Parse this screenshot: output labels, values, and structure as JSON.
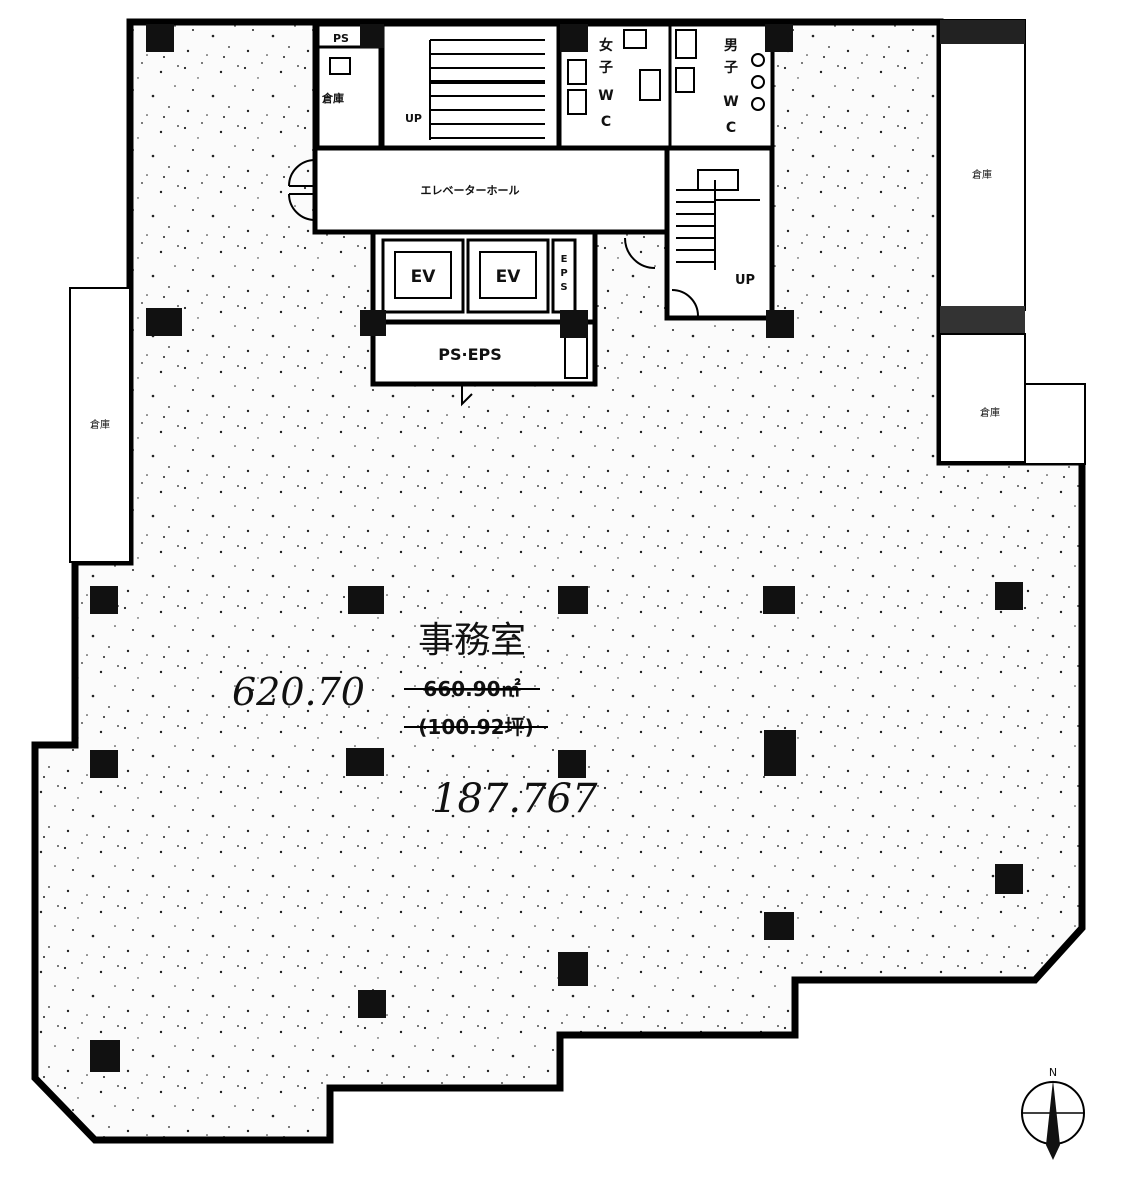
{
  "labels": {
    "ps": "PS",
    "storage": "倉庫",
    "up_stair1": "UP",
    "womens_wc": [
      "女",
      "子",
      "W",
      "C"
    ],
    "mens_wc": [
      "男",
      "子",
      "W",
      "C"
    ],
    "elevator_hall": "エレベーターホール",
    "ev1": "EV",
    "ev2": "EV",
    "eps": [
      "E",
      "P",
      "S"
    ],
    "up_stair2": "UP",
    "ps_eps": "PS·EPS",
    "balcony_left": "倉庫",
    "balcony_right_top": "倉庫",
    "balcony_right_bottom": "倉庫",
    "office_title": "事務室",
    "area_sqm": "660.90㎡",
    "area_tsubo": "(100.92坪)",
    "hand_area_sqm": "620.70",
    "hand_area_tsubo": "187.767",
    "north": "N"
  }
}
